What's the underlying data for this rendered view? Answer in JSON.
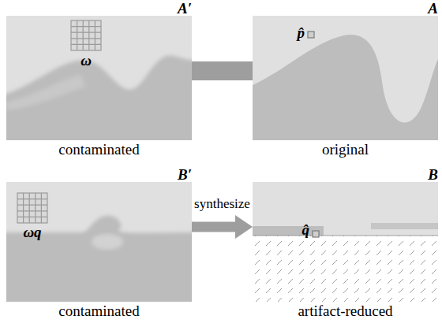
{
  "diagram": {
    "nodes": [
      {
        "text": [
          "A′",
          "contaminated"
        ]
      },
      {
        "text": [
          "A",
          "original"
        ]
      },
      {
        "text": [
          "B′",
          "contaminated"
        ]
      },
      {
        "text": [
          "B",
          "artifact-reduced"
        ]
      }
    ],
    "edges": [
      {
        "from": 0,
        "to": 1,
        "arrow": "none"
      },
      {
        "from": 2,
        "to": 3,
        "label": "synthesize",
        "arrow": "to"
      }
    ],
    "labels": [
      "ω",
      "p̂",
      "ωq",
      "q̂"
    ]
  }
}
